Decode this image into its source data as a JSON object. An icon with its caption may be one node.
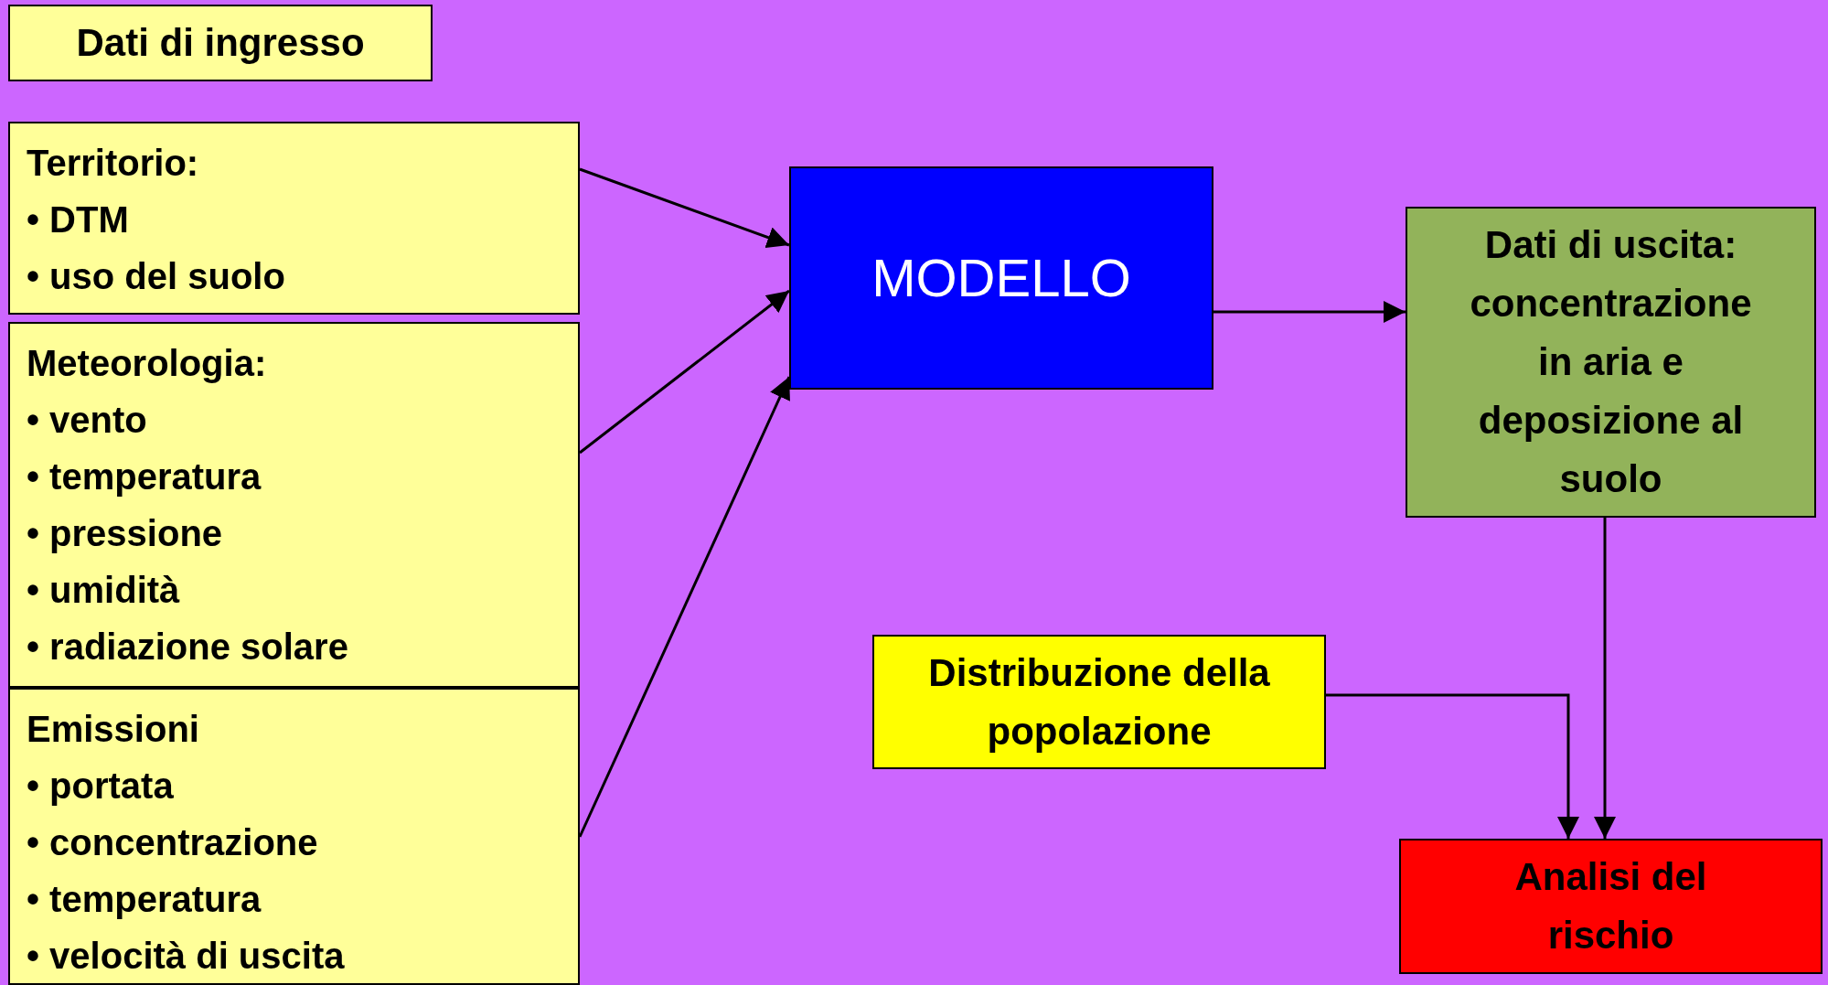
{
  "diagram": {
    "nodes": [
      {
        "text": [
          "Dati di ingresso"
        ]
      },
      {
        "text": [
          "Territorio:",
          "• DTM",
          "• uso del suolo"
        ]
      },
      {
        "text": [
          "Meteorologia:",
          "• vento",
          "• temperatura",
          "• pressione",
          "• umidità",
          "• radiazione solare"
        ]
      },
      {
        "text": [
          "Emissioni",
          "• portata",
          "• concentrazione",
          "• temperatura",
          "• velocità di uscita"
        ]
      },
      {
        "text": [
          "MODELLO"
        ]
      },
      {
        "text": [
          "Dati di uscita: concentrazione in aria e deposizione al suolo"
        ]
      },
      {
        "text": [
          "Distribuzione della popolazione"
        ]
      },
      {
        "text": [
          "Analisi del rischio"
        ]
      }
    ],
    "edges": [
      {
        "from": 1,
        "to": 4,
        "arrow": "to"
      },
      {
        "from": 2,
        "to": 4,
        "arrow": "to"
      },
      {
        "from": 3,
        "to": 4,
        "arrow": "to"
      },
      {
        "from": 4,
        "to": 5,
        "arrow": "to"
      },
      {
        "from": 5,
        "to": 7,
        "arrow": "to"
      },
      {
        "from": 6,
        "to": 7,
        "arrow": "to"
      }
    ]
  }
}
